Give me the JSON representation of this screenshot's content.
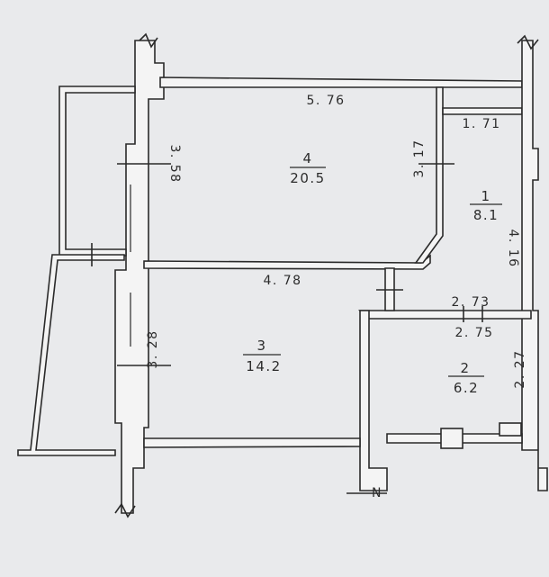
{
  "rooms": [
    {
      "number": "4",
      "area": "20.5"
    },
    {
      "number": "1",
      "area": "8.1"
    },
    {
      "number": "3",
      "area": "14.2"
    },
    {
      "number": "2",
      "area": "6.2"
    }
  ],
  "dimensions": {
    "room4_top": "5. 76",
    "room4_left": "3. 58",
    "room4_right": "3. 17",
    "room1_top": "1. 71",
    "room1_right": "4. 16",
    "room3_top": "4. 78",
    "room3_left": "3. 28",
    "room2_top_a": "2. 73",
    "room2_top_b": "2. 75",
    "room2_right": "2. 27"
  },
  "markers": {
    "section_mark": "N"
  }
}
